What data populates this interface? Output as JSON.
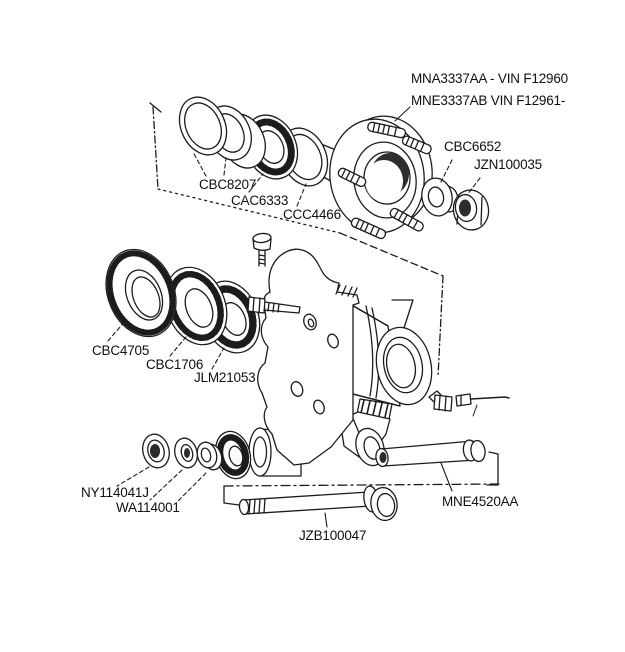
{
  "figure": {
    "kind": "exploded-parts-diagram",
    "subject": "front hub and vertical link assembly",
    "background_color": "#ffffff",
    "line_color": "#1c1c1c",
    "text_color": "#101010"
  },
  "labels": [
    {
      "part": "hub-assembly-variant-1",
      "text": "MNA3337AA - VIN F12960"
    },
    {
      "part": "hub-assembly-variant-2",
      "text": "MNE3337AB VIN F12961-"
    },
    {
      "part": "hub-washer",
      "text": "CBC6652"
    },
    {
      "part": "hub-nut",
      "text": "JZN100035"
    },
    {
      "part": "grease-seal",
      "text": "CBC8207"
    },
    {
      "part": "outer-bearing",
      "text": "CAC6333"
    },
    {
      "part": "spacer-ring",
      "text": "CCC4466"
    },
    {
      "part": "inner-seal",
      "text": "CBC4705"
    },
    {
      "part": "inner-bearing",
      "text": "CBC1706"
    },
    {
      "part": "fulcrum-bearing",
      "text": "JLM21053"
    },
    {
      "part": "fulcrum-nut",
      "text": "NY114041J"
    },
    {
      "part": "fulcrum-washer",
      "text": "WA114001"
    },
    {
      "part": "fulcrum-shaft",
      "text": "MNE4520AA"
    },
    {
      "part": "fulcrum-bolt",
      "text": "JZB100047"
    }
  ]
}
